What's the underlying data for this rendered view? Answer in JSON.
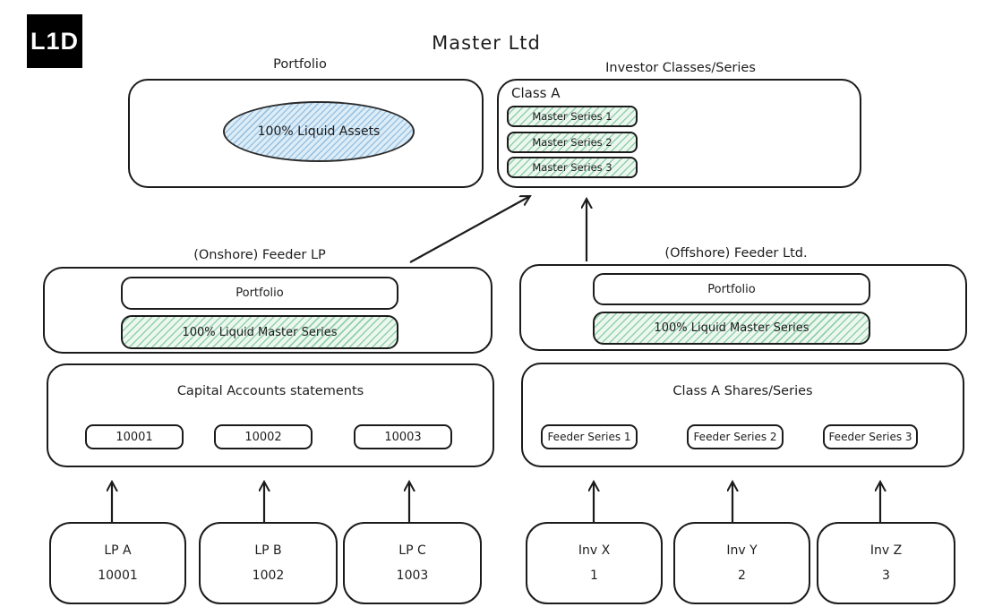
{
  "logo": {
    "text": "L1D"
  },
  "title": "Master Ltd",
  "master": {
    "portfolio": {
      "label": "Portfolio",
      "asset": "100% Liquid Assets"
    },
    "investor_classes": {
      "label": "Investor Classes/Series",
      "class_label": "Class A",
      "series": [
        "Master Series 1",
        "Master Series 2",
        "Master Series 3"
      ]
    }
  },
  "onshore_feeder": {
    "label": "(Onshore) Feeder LP",
    "portfolio_label": "Portfolio",
    "master_series_label": "100% Liquid Master Series"
  },
  "offshore_feeder": {
    "label": "(Offshore) Feeder Ltd.",
    "portfolio_label": "Portfolio",
    "master_series_label": "100% Liquid Master Series"
  },
  "capital_accounts": {
    "label": "Capital Accounts statements",
    "accounts": [
      "10001",
      "10002",
      "10003"
    ]
  },
  "class_a_shares": {
    "label": "Class A Shares/Series",
    "series": [
      "Feeder Series 1",
      "Feeder Series 2",
      "Feeder Series 3"
    ]
  },
  "lps": [
    {
      "name": "LP A",
      "account": "10001"
    },
    {
      "name": "LP B",
      "account": "1002"
    },
    {
      "name": "LP C",
      "account": "1003"
    }
  ],
  "investors": [
    {
      "name": "Inv X",
      "number": "1"
    },
    {
      "name": "Inv Y",
      "number": "2"
    },
    {
      "name": "Inv Z",
      "number": "3"
    }
  ],
  "colors": {
    "ink": "#1b1b1b",
    "green_fill": "#ecf7ef",
    "green_hatch": "#61ba85",
    "blue_fill": "#ddedf8",
    "blue_hatch": "#7eb1d8"
  }
}
